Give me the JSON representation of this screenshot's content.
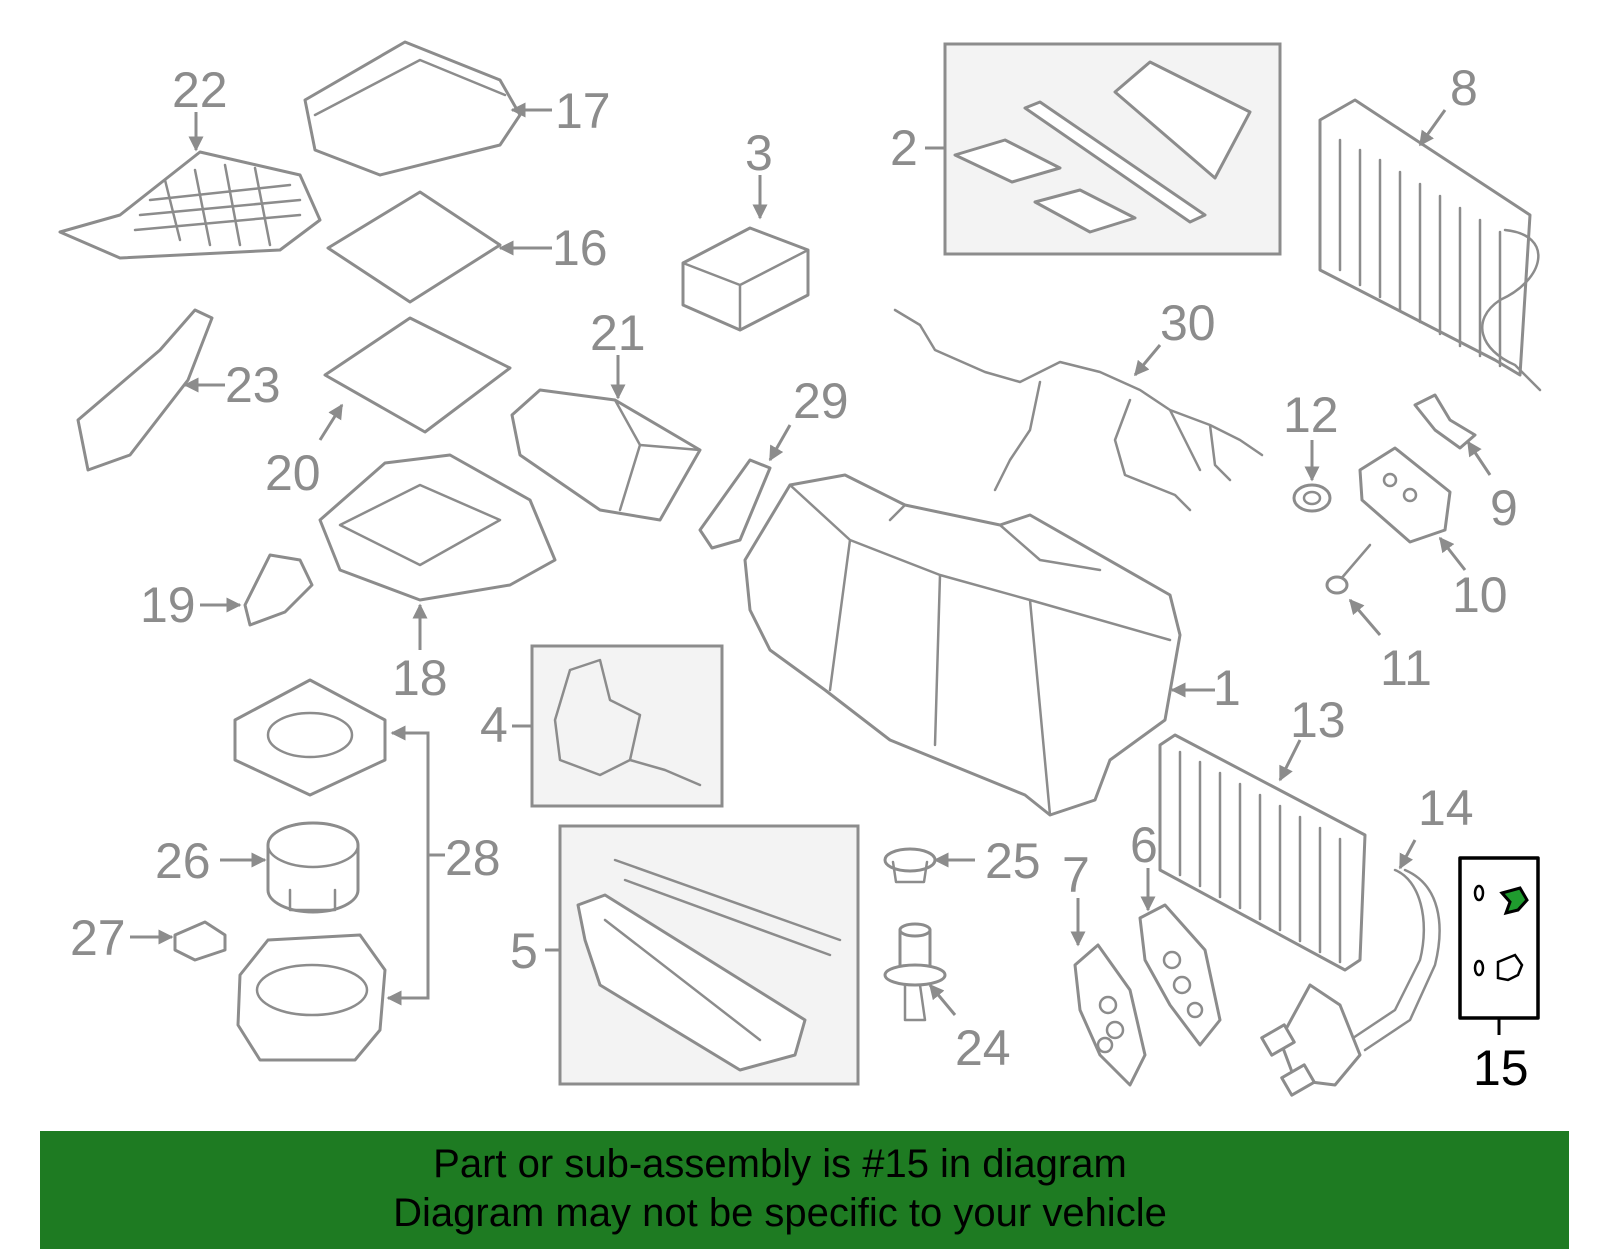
{
  "diagram": {
    "callouts": [
      "1",
      "2",
      "3",
      "4",
      "5",
      "6",
      "7",
      "8",
      "9",
      "10",
      "11",
      "12",
      "13",
      "14",
      "15",
      "16",
      "17",
      "18",
      "19",
      "20",
      "21",
      "22",
      "23",
      "24",
      "25",
      "26",
      "27",
      "28",
      "29",
      "30"
    ],
    "highlighted_part": "15",
    "colors": {
      "line": "#8c8c8c",
      "highlight": "#1f9b2e",
      "banner": "#1e7b22",
      "box_fill": "#f3f3f3"
    }
  },
  "banner": {
    "line1": "Part or sub-assembly is #15 in diagram",
    "line2": "Diagram may not be specific to your vehicle"
  }
}
